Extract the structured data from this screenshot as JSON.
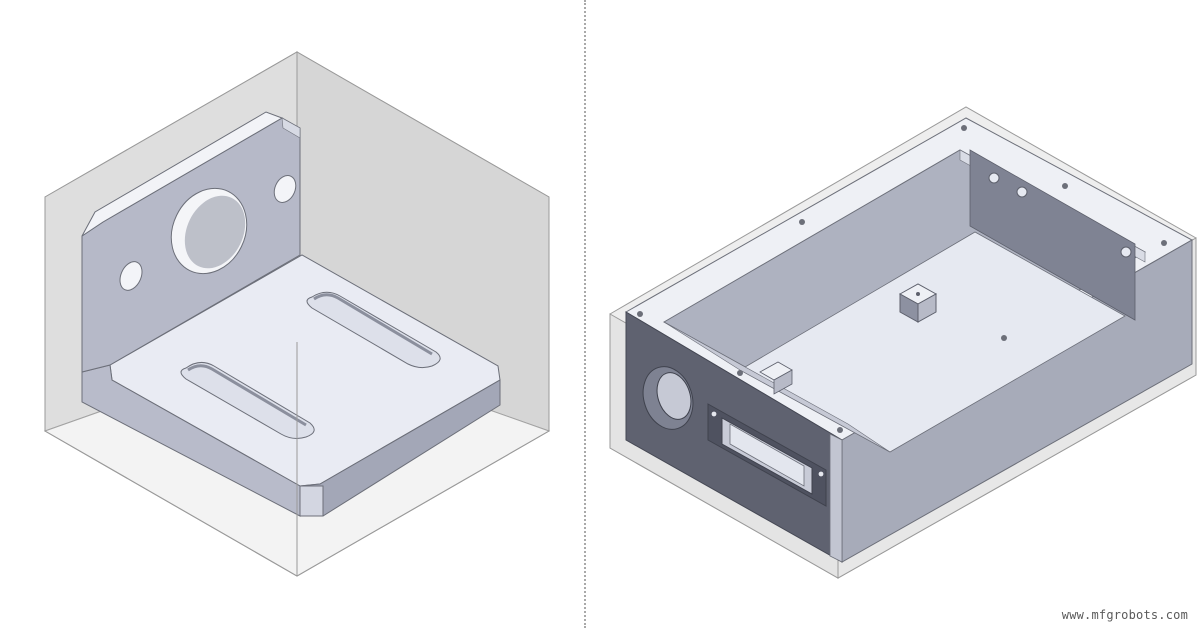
{
  "page": {
    "background_color": "#ffffff"
  },
  "figures": [
    {
      "id": "bracket",
      "depiction": "l-bracket-with-stock-block",
      "part_color": "#b9bcc9",
      "stock_color": "#d9d9d9"
    },
    {
      "id": "enclosure",
      "depiction": "machined-enclosure-with-stock",
      "part_color": "#a9adbb",
      "stock_color": "#e3e3e3"
    }
  ],
  "divider": {
    "style": "dotted",
    "color": "#a9a9a9"
  },
  "watermark": {
    "text": "www.mfgrobots.com"
  }
}
